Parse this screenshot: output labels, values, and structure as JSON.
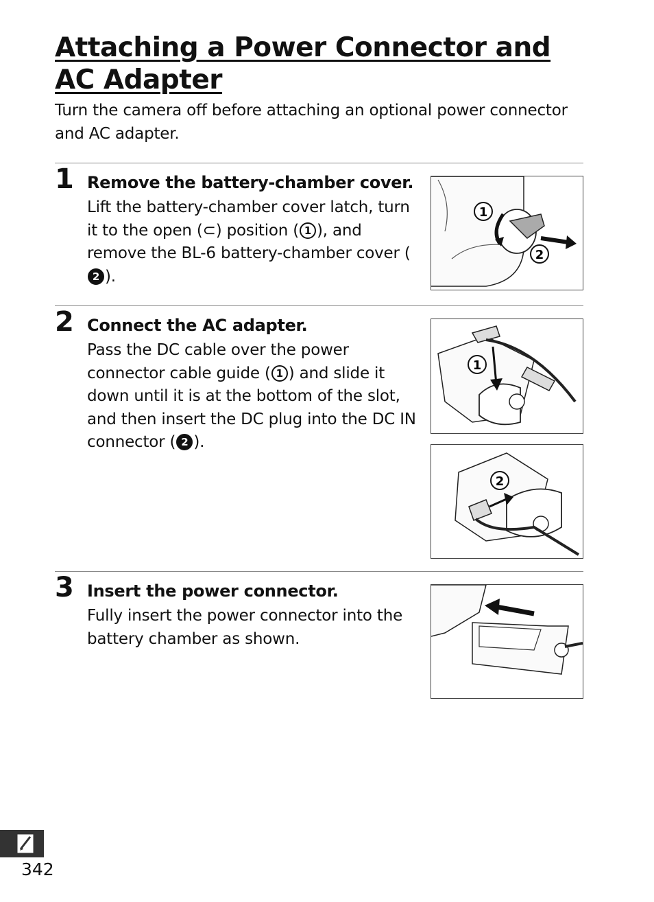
{
  "page": {
    "title": "Attaching a Power Connector and AC Adapter",
    "intro": "Turn the camera off before attaching an optional power connector and AC adapter.",
    "page_number": "342",
    "side_tab_icon": "note-pencil-icon"
  },
  "steps": [
    {
      "number": "1",
      "title": "Remove the battery-chamber cover.",
      "body": [
        {
          "t": "Lift the battery-chamber cover latch, turn it to the open ("
        },
        {
          "icon": "open-latch-icon",
          "t": "⊂"
        },
        {
          "t": ") position ("
        },
        {
          "c": "1"
        },
        {
          "t": "), and remove the BL-6 battery-chamber cover ("
        },
        {
          "c": "2",
          "filled": true
        },
        {
          "t": ")."
        }
      ],
      "callouts": [
        "1",
        "2"
      ]
    },
    {
      "number": "2",
      "title": "Connect the AC adapter.",
      "body": [
        {
          "t": "Pass the DC cable over the power connector cable guide ("
        },
        {
          "c": "1"
        },
        {
          "t": ") and slide it down until it is at the bottom of the slot, and then insert the DC plug into the DC IN connector ("
        },
        {
          "c": "2",
          "filled": true
        },
        {
          "t": ")."
        }
      ],
      "callouts": [
        "1",
        "2"
      ]
    },
    {
      "number": "3",
      "title": "Insert the power connector.",
      "body": [
        {
          "t": "Fully insert the power connector into the battery chamber as shown."
        }
      ]
    }
  ]
}
